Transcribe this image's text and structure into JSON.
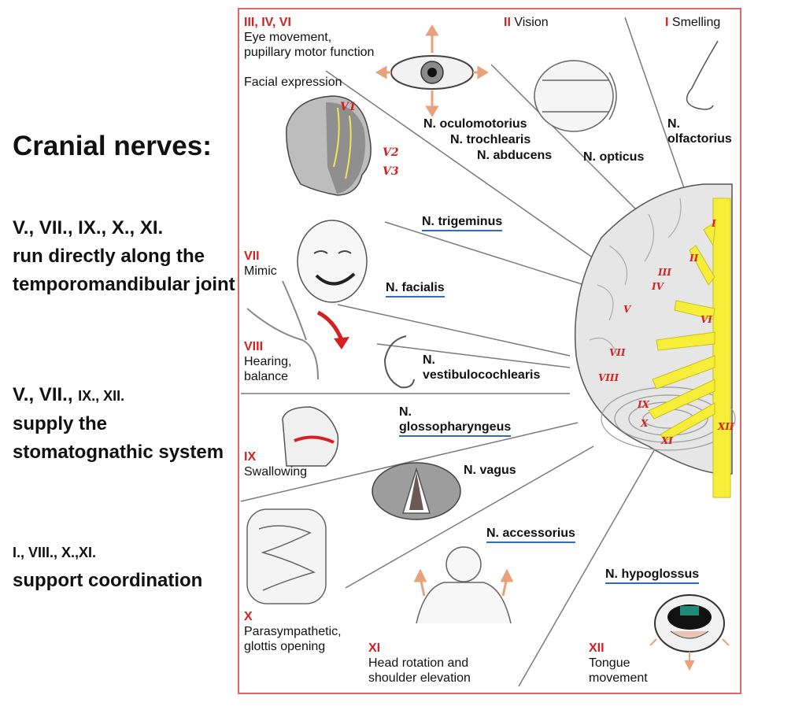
{
  "left": {
    "title": "Cranial nerves:",
    "block1": {
      "nerves": "V., VII., IX., X., XI.",
      "desc": "run directly along the temporomandibular joint"
    },
    "block2": {
      "nerves_big": "V., VII., ",
      "nerves_small": "IX., XII.",
      "desc": "supply the stomatognathic system"
    },
    "block3": {
      "nerves_small": "I., VIII., X.,XI.",
      "desc": "support coordination"
    }
  },
  "functions": {
    "eye": {
      "num": "III, IV, VI",
      "line1": "Eye movement,",
      "line2": "pupillary motor function"
    },
    "vision": {
      "num": "II",
      "text": "Vision"
    },
    "smell": {
      "num": "I",
      "text": "Smelling"
    },
    "facial": {
      "text": "Facial expression"
    },
    "mimic": {
      "num": "VII",
      "text": "Mimic"
    },
    "hearing": {
      "num": "VIII",
      "line1": "Hearing,",
      "line2": "balance"
    },
    "swallow": {
      "num": "IX",
      "text": "Swallowing"
    },
    "parasym": {
      "num": "X",
      "line1": "Parasympathetic,",
      "line2": "glottis opening"
    },
    "head": {
      "num": "XI",
      "line1": "Head rotation and",
      "line2": "shoulder elevation"
    },
    "tongue": {
      "num": "XII",
      "line1": "Tongue",
      "line2": "movement"
    }
  },
  "nerves": {
    "oculomotorius": "N. oculomotorius",
    "trochlearis": "N. trochlearis",
    "abducens": "N. abducens",
    "opticus": "N. opticus",
    "olfactorius_1": "N.",
    "olfactorius_2": "olfactorius",
    "trigeminus": "N. trigeminus",
    "facialis": "N. facialis",
    "vestibulo_1": "N.",
    "vestibulo_2": "vestibulocochlearis",
    "glosso_1": "N.",
    "glosso_2": "glossopharyngeus",
    "vagus": "N. vagus",
    "accessorius": "N. accessorius",
    "hypoglossus": "N. hypoglossus"
  },
  "brain_labels": [
    "I",
    "II",
    "III",
    "IV",
    "V",
    "VI",
    "VII",
    "VIII",
    "IX",
    "X",
    "XI",
    "XII"
  ],
  "face_labels": [
    "V1",
    "V2",
    "V3"
  ],
  "colors": {
    "frame": "#e06666",
    "roman": "#d42020",
    "underline": "#2f6db5",
    "nerve_fill": "#f7ee3a"
  }
}
